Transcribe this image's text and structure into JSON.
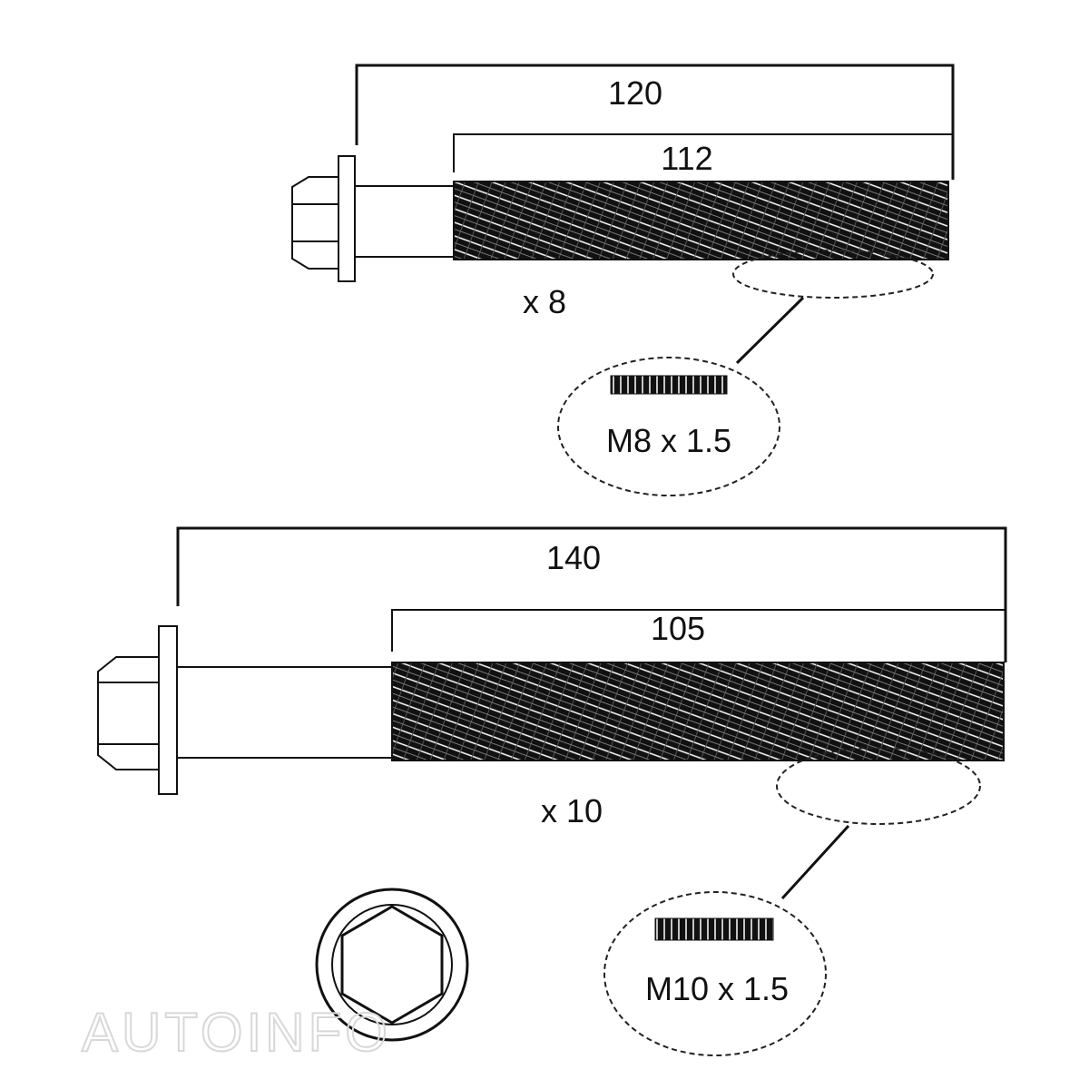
{
  "bolts": [
    {
      "overall_length": "120",
      "thread_length": "112",
      "quantity": "x 8",
      "thread_spec": "M8 x 1.5"
    },
    {
      "overall_length": "140",
      "thread_length": "105",
      "quantity": "x 10",
      "thread_spec": "M10 x 1.5"
    }
  ],
  "watermark": "AUTOINFO",
  "colors": {
    "ink": "#111111",
    "watermark": "#d8d8d8",
    "background": "#ffffff"
  }
}
